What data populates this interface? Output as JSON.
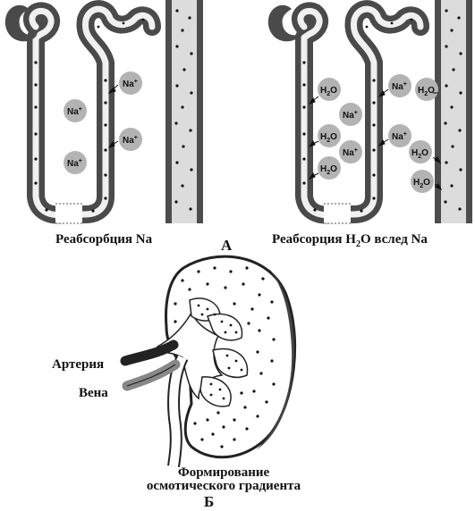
{
  "panel_a": {
    "letter": "А",
    "left_caption": "Реабсорбция Na",
    "right_caption": {
      "main": "Реабсорция H",
      "sub": "2",
      "tail": "O вслед Na"
    },
    "ion_na": {
      "base": "Na",
      "sup": "+"
    },
    "ion_water": {
      "base": "H",
      "sub": "2",
      "tail": "O"
    }
  },
  "panel_b": {
    "letter": "Б",
    "artery_label": "Артерия",
    "vein_label": "Вена",
    "bottom_line1": "Формирование",
    "bottom_line2": "осмотического градиента"
  },
  "colors": {
    "wall": "#555555",
    "lumen": "#f2f2f2",
    "ion_bg": "#b3b3b3",
    "ink": "#111111"
  }
}
